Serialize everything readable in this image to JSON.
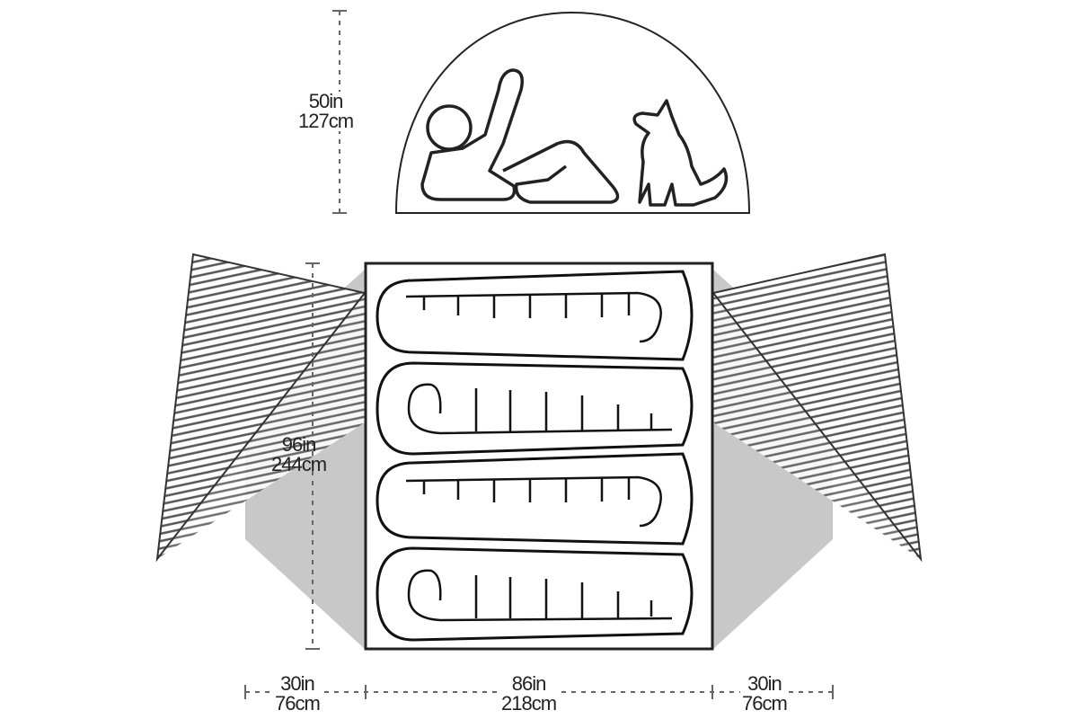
{
  "dimensions": {
    "height": {
      "in": "50in",
      "cm": "127cm"
    },
    "length": {
      "in": "96in",
      "cm": "244cm"
    },
    "vestibule_left": {
      "in": "30in",
      "cm": "76cm"
    },
    "width": {
      "in": "86in",
      "cm": "218cm"
    },
    "vestibule_right": {
      "in": "30in",
      "cm": "76cm"
    }
  },
  "colors": {
    "line": "#222222",
    "vestibule": "#c8c8c8"
  }
}
